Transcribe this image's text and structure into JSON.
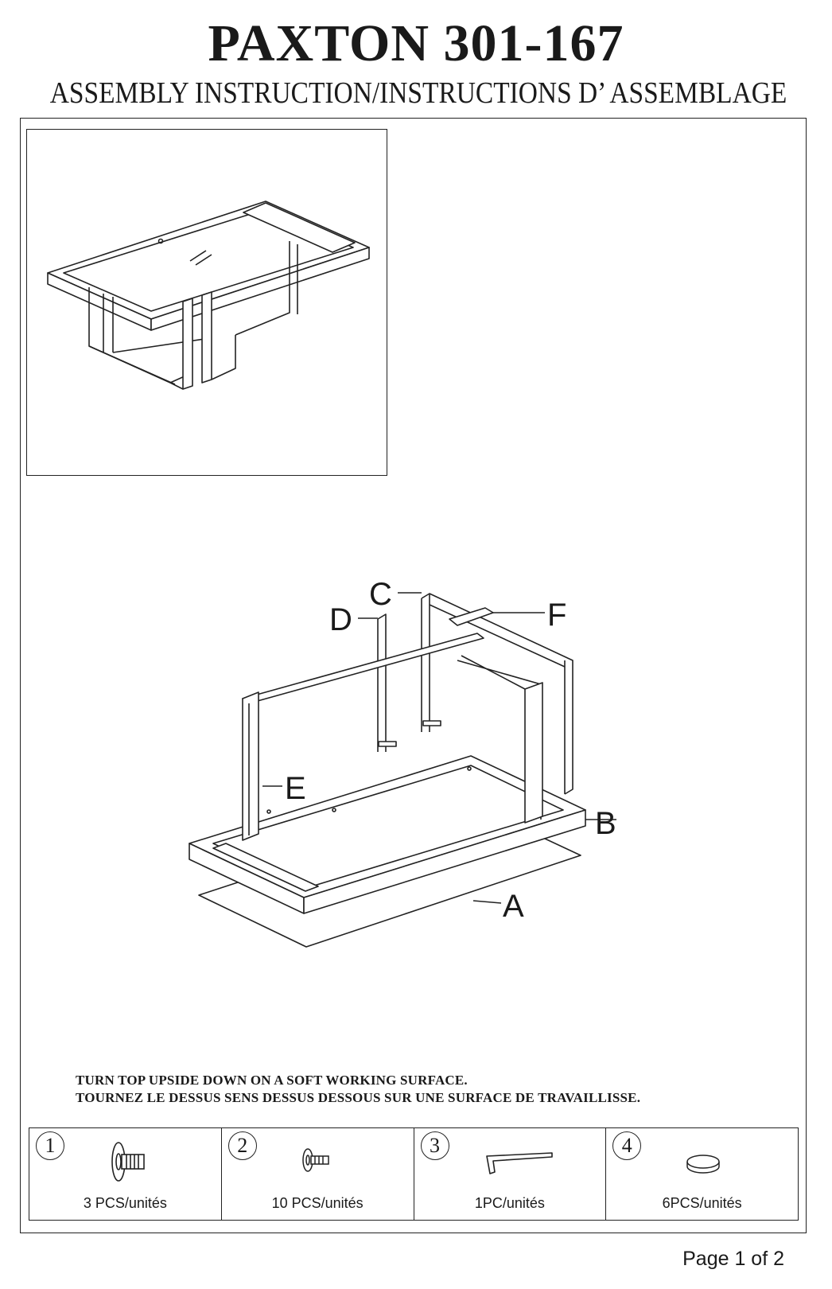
{
  "header": {
    "title": "PAXTON 301-167",
    "subtitle": "ASSEMBLY INSTRUCTION/INSTRUCTIONS D’ ASSEMBLAGE"
  },
  "diagram": {
    "labels": {
      "a": "A",
      "b": "B",
      "c": "C",
      "d": "D",
      "e": "E",
      "f": "F"
    }
  },
  "instructions": {
    "line1": "TURN TOP UPSIDE DOWN ON A SOFT WORKING SURFACE.",
    "line2": "TOURNEZ LE DESSUS SENS DESSUS DESSOUS SUR UNE SURFACE DE TRAVAILLISSE."
  },
  "parts": [
    {
      "number": "1",
      "quantity": "3 PCS/unités",
      "icon": "large-bolt-icon"
    },
    {
      "number": "2",
      "quantity": "10 PCS/unités",
      "icon": "small-bolt-icon"
    },
    {
      "number": "3",
      "quantity": "1PC/unités",
      "icon": "allen-key-icon"
    },
    {
      "number": "4",
      "quantity": "6PCS/unités",
      "icon": "felt-pad-icon"
    }
  ],
  "footer": {
    "page": "Page 1 of 2"
  }
}
